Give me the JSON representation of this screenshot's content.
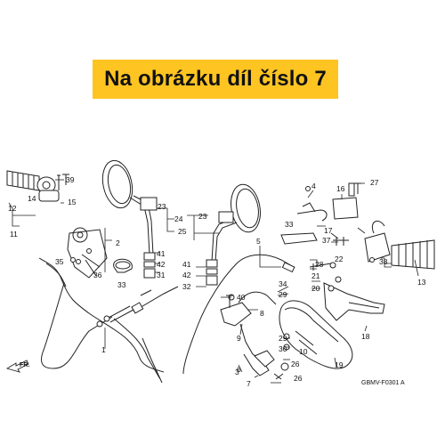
{
  "banner": {
    "title": "Na obrázku díl číslo 7",
    "color": "#fec422"
  },
  "diagram_code": "GBMV-F0301 A",
  "direction_label": "FR.",
  "part_labels": [
    "1",
    "2",
    "3",
    "4",
    "5",
    "6",
    "7",
    "8",
    "9",
    "10",
    "11",
    "12",
    "13",
    "14",
    "15",
    "16",
    "17",
    "18",
    "19",
    "20",
    "21",
    "22",
    "23",
    "24",
    "25",
    "26",
    "27",
    "28",
    "29",
    "30",
    "31",
    "32",
    "33",
    "34",
    "35",
    "36",
    "37",
    "38",
    "39",
    "40",
    "41",
    "42"
  ],
  "highlighted_part": "7"
}
